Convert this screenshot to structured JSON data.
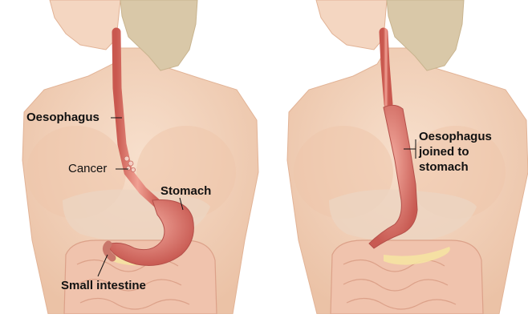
{
  "panels": [
    {
      "id": "before",
      "labels": {
        "oesophagus": "Oesophagus",
        "cancer": "Cancer",
        "stomach": "Stomach",
        "small_intestine": "Small intestine"
      }
    },
    {
      "id": "after",
      "labels": {
        "oesophagus_line1": "Oesophagus",
        "oesophagus_line2": "joined to",
        "oesophagus_line3": "stomach"
      }
    }
  ],
  "colors": {
    "skin": "#f3d3bd",
    "skin_shadow": "#e7b99c",
    "hair": "#d9c8a8",
    "organ": "#d9786f",
    "organ_light": "#ee9d91",
    "intestine": "#f1c7b2",
    "liver": "#ecd8c6",
    "fat": "#f6e7a6"
  }
}
